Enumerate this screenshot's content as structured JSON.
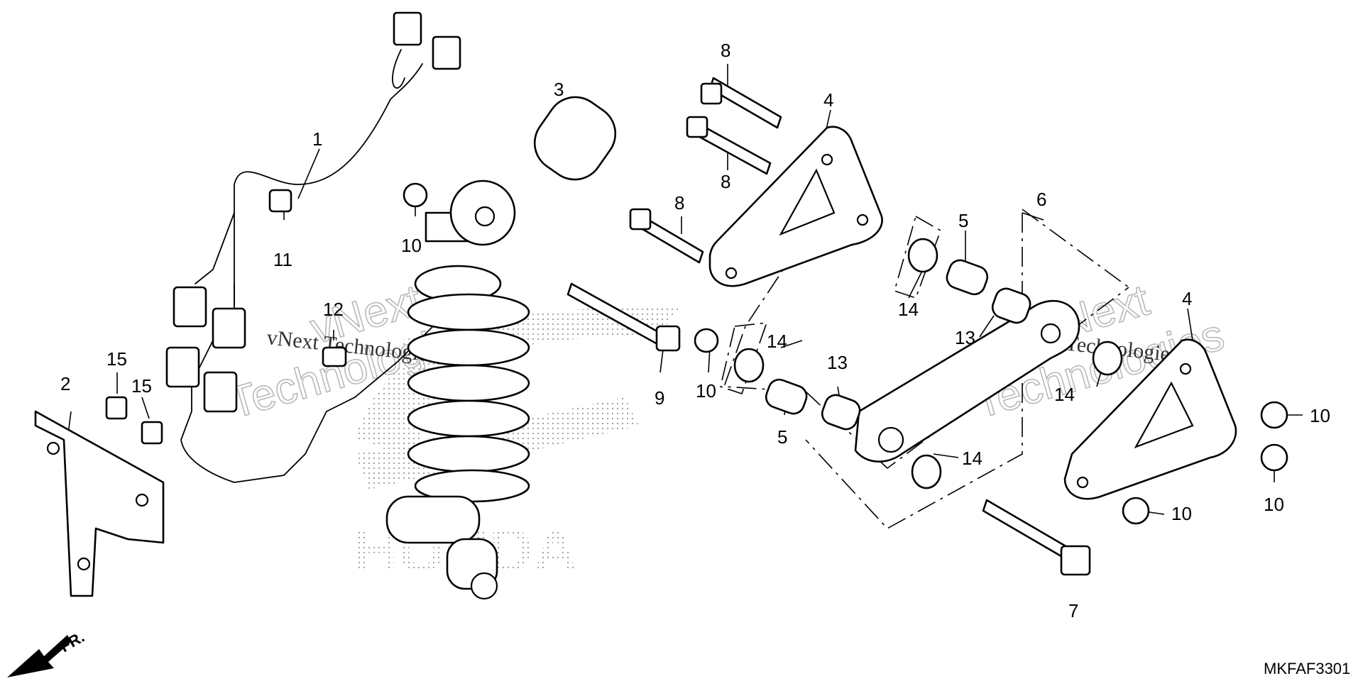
{
  "diagram": {
    "catalog_code": "MKFAF3301",
    "front_marker": "FR.",
    "watermark": {
      "brand": "HONDA",
      "text_a": "vNext Technologies",
      "text_b": "vNext Technologies",
      "big_line1_a": "vNext",
      "big_line2_a": "Technologies",
      "big_line1_b": "vNext",
      "big_line2_b": "Technologies"
    },
    "callouts": {
      "c1": "1",
      "c2": "2",
      "c3": "3",
      "c4a": "4",
      "c4b": "4",
      "c5a": "5",
      "c5b": "5",
      "c6": "6",
      "c7": "7",
      "c8a": "8",
      "c8b": "8",
      "c8c": "8",
      "c9": "9",
      "c10a": "10",
      "c10b": "10",
      "c10c": "10",
      "c10d": "10",
      "c10e": "10",
      "c11": "11",
      "c12": "12",
      "c13a": "13",
      "c13b": "13",
      "c14a": "14",
      "c14b": "14",
      "c14c": "14",
      "c14d": "14",
      "c15a": "15",
      "c15b": "15"
    }
  }
}
